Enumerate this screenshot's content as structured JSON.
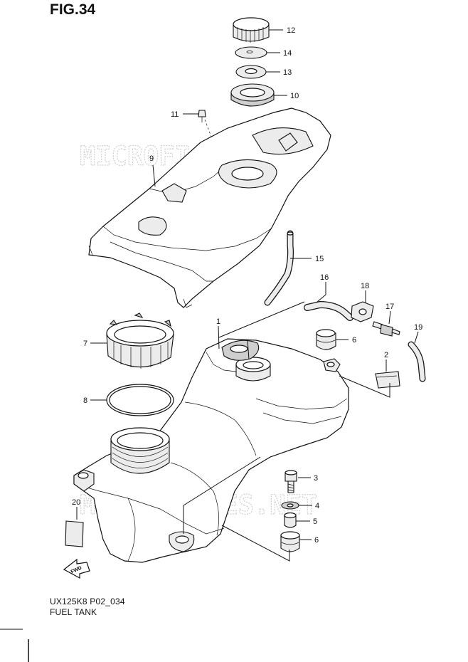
{
  "figure": {
    "title": "FIG.34",
    "model_code": "UX125K8 P02_034",
    "group_name": "FUEL TANK"
  },
  "watermark": "MICROFICHES.NET",
  "fwd_marker": "FWD",
  "callouts": [
    {
      "id": "1",
      "label": "1"
    },
    {
      "id": "2",
      "label": "2"
    },
    {
      "id": "3",
      "label": "3"
    },
    {
      "id": "4",
      "label": "4"
    },
    {
      "id": "5",
      "label": "5"
    },
    {
      "id": "6a",
      "label": "6"
    },
    {
      "id": "6b",
      "label": "6"
    },
    {
      "id": "7",
      "label": "7"
    },
    {
      "id": "8",
      "label": "8"
    },
    {
      "id": "9",
      "label": "9"
    },
    {
      "id": "10",
      "label": "10"
    },
    {
      "id": "11",
      "label": "11"
    },
    {
      "id": "12",
      "label": "12"
    },
    {
      "id": "13",
      "label": "13"
    },
    {
      "id": "14",
      "label": "14"
    },
    {
      "id": "15",
      "label": "15"
    },
    {
      "id": "16",
      "label": "16"
    },
    {
      "id": "17",
      "label": "17"
    },
    {
      "id": "18",
      "label": "18"
    },
    {
      "id": "19",
      "label": "19"
    },
    {
      "id": "20",
      "label": "20"
    }
  ]
}
